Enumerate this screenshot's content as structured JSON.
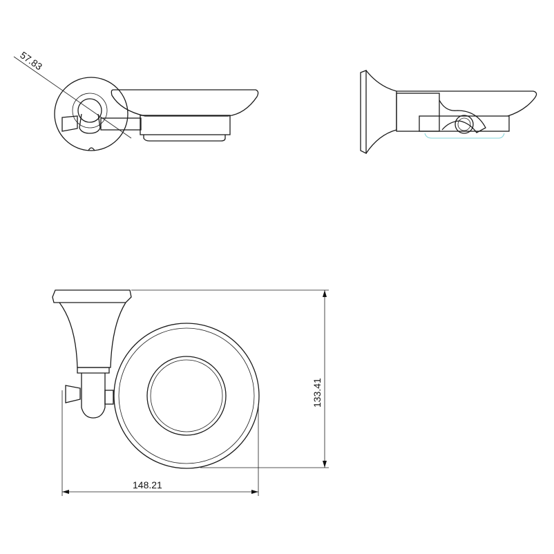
{
  "drawing": {
    "views": [
      "top-view",
      "side-view",
      "front-view"
    ],
    "dimensions": {
      "diameter_flange": "57.83",
      "height": "133.41",
      "width": "148.21"
    },
    "colors": {
      "line": "#1a1a1a",
      "hidden_edge": "#7fd3d8"
    }
  }
}
